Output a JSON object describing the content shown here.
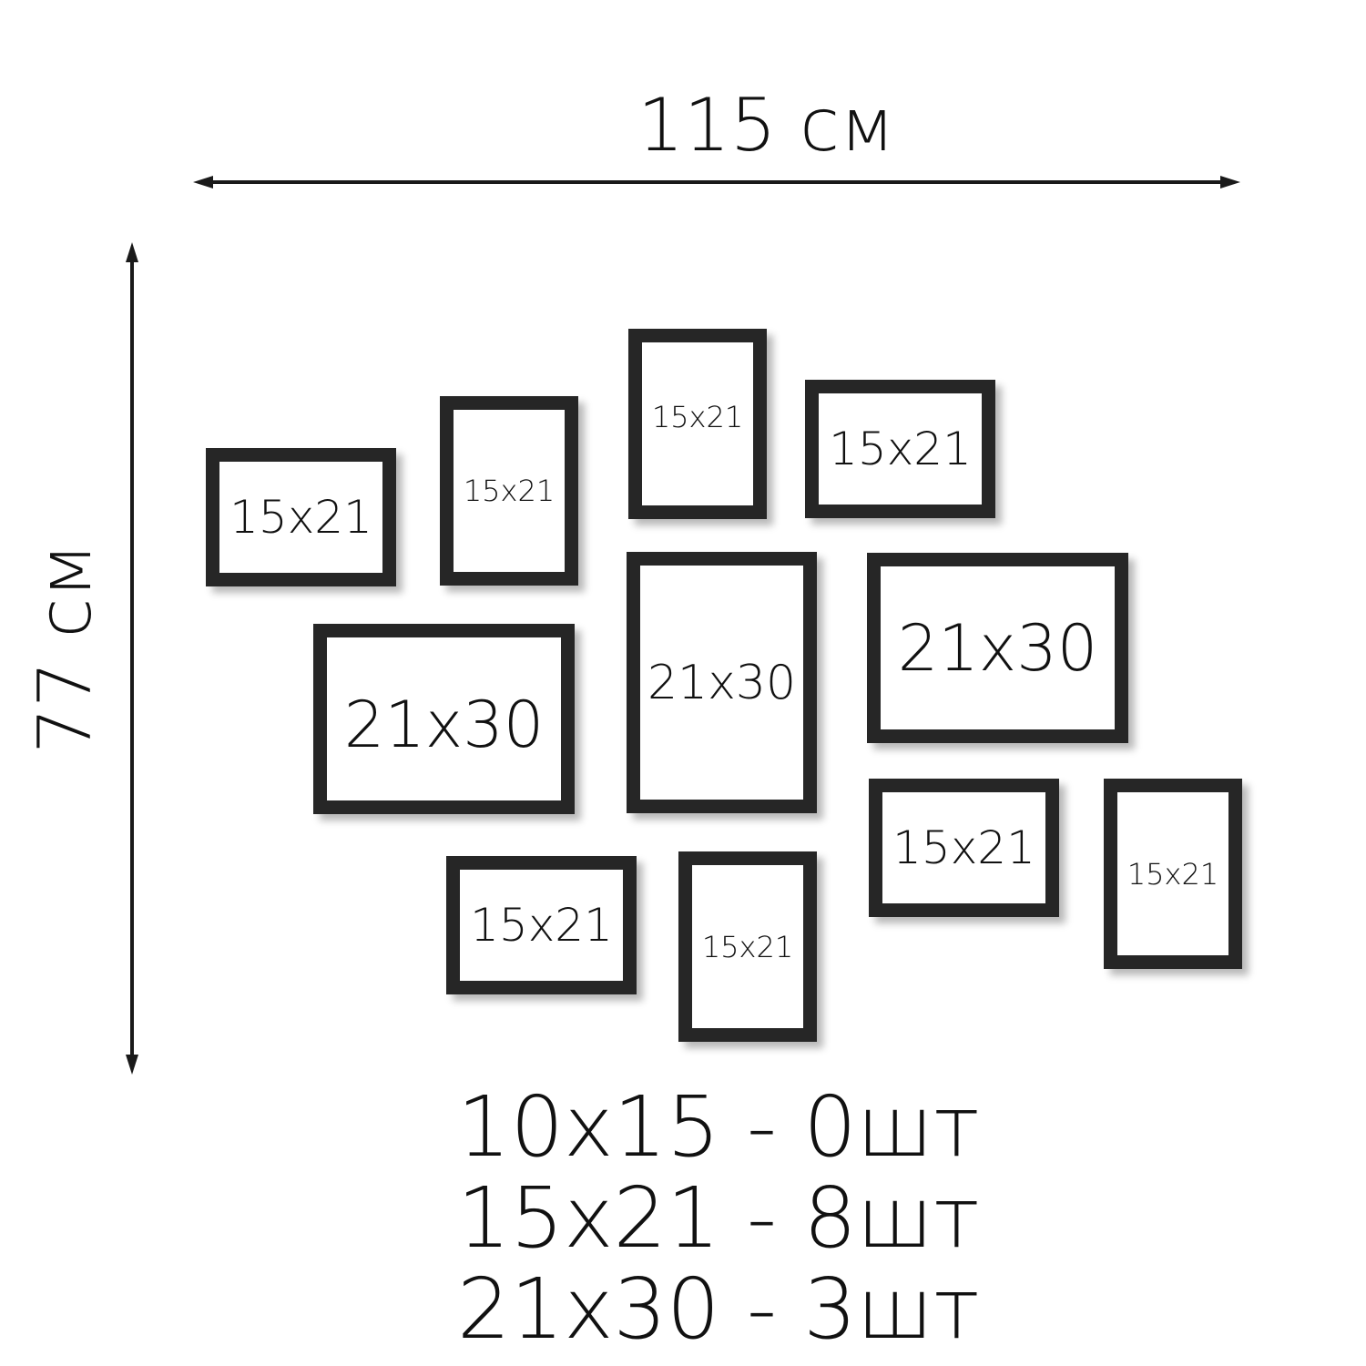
{
  "dimensions": {
    "width_label": "115 см",
    "height_label": "77 см"
  },
  "frames": [
    {
      "id": "f1",
      "label": "15x21"
    },
    {
      "id": "f2",
      "label": "15x21"
    },
    {
      "id": "f3",
      "label": "15x21"
    },
    {
      "id": "f4",
      "label": "15x21"
    },
    {
      "id": "f5",
      "label": "21x30"
    },
    {
      "id": "f6",
      "label": "21x30"
    },
    {
      "id": "f7",
      "label": "21x30"
    },
    {
      "id": "f8",
      "label": "15x21"
    },
    {
      "id": "f9",
      "label": "15x21"
    },
    {
      "id": "f10",
      "label": "15x21"
    },
    {
      "id": "f11",
      "label": "15x21"
    }
  ],
  "legend": [
    "10x15 - 0шт",
    "15x21 - 8шт",
    "21x30 - 3шт"
  ],
  "colors": {
    "frame": "#262626",
    "background": "#ffffff",
    "text": "#111111"
  }
}
